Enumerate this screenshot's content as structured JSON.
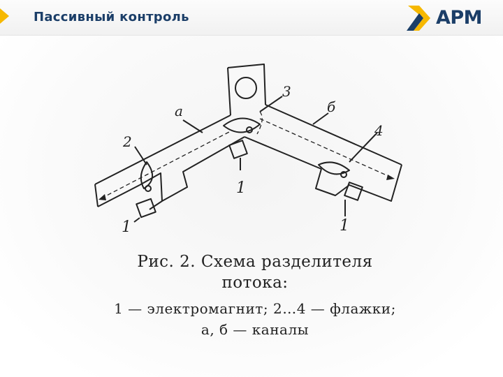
{
  "header": {
    "title": "Пассивный контроль",
    "logo_text": "APM"
  },
  "colors": {
    "accent": "#f6b800",
    "brand": "#1b3e68"
  },
  "diagram": {
    "labels": {
      "channel_a": "а",
      "channel_b": "б",
      "flag_2": "2",
      "flag_3": "3",
      "flag_4": "4",
      "magnet_left": "1",
      "magnet_center": "1",
      "magnet_right": "1"
    }
  },
  "caption": {
    "title_line1": "Рис. 2. Схема разделителя",
    "title_line2": "потока:",
    "legend_line1": "1 — электромагнит; 2…4 — флажки;",
    "legend_line2": "а, б — каналы"
  }
}
